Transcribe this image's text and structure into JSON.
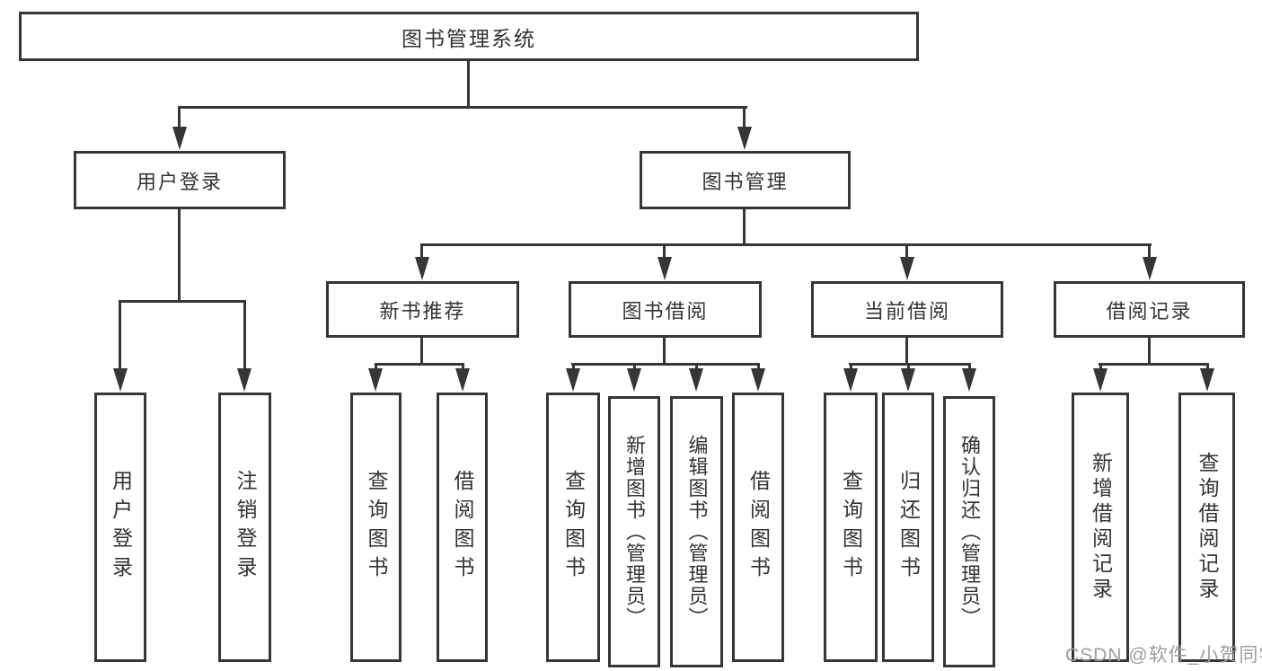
{
  "diagram": {
    "root": "图书管理系统",
    "level2": [
      "用户登录",
      "图书管理"
    ],
    "level3": [
      "新书推荐",
      "图书借阅",
      "当前借阅",
      "借阅记录"
    ],
    "leaves_user_login": [
      "用户登录",
      "注销登录"
    ],
    "leaves_new_book": [
      "查询图书",
      "借阅图书"
    ],
    "leaves_book_borrow": [
      "查询图书",
      "新增图书（管理员）",
      "编辑图书（管理员）",
      "借阅图书"
    ],
    "leaves_current_borrow": [
      "查询图书",
      "归还图书",
      "确认归还（管理员）"
    ],
    "leaves_borrow_record": [
      "新增借阅记录",
      "查询借阅记录"
    ],
    "colors": {
      "line": "#363636",
      "text": "#333333",
      "background": "#ffffff",
      "watermark": "#9e9e9e"
    }
  },
  "watermark": {
    "text": "CSDN @软件_小贺同学"
  }
}
